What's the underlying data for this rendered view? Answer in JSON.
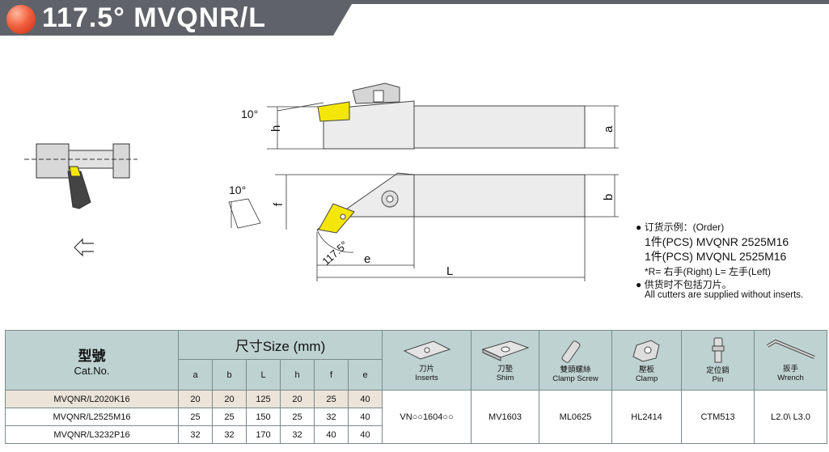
{
  "title": "117.5° MVQNR/L",
  "drawing": {
    "angle_top": "10°",
    "angle_front": "10°",
    "angle_main": "117.5°",
    "dim_h": "h",
    "dim_a": "a",
    "dim_f": "f",
    "dim_b": "b",
    "dim_e": "e",
    "dim_L": "L"
  },
  "order_note": {
    "line1": "● 订货示例：(Order)",
    "line2": "1件(PCS) MVQNR 2525M16",
    "line3": "1件(PCS) MVQNL 2525M16",
    "line4": "*R= 右手(Right)   L= 左手(Left)",
    "line5": "● 供货时不包括刀片。",
    "line6": "All cutters are supplied without inserts."
  },
  "table": {
    "cat_title": "型號",
    "cat_sub": "Cat.No.",
    "size_title": "尺寸Size (mm)",
    "size_cols": [
      "a",
      "b",
      "L",
      "h",
      "f",
      "e"
    ],
    "parts": [
      {
        "cn": "刀片",
        "en": "Inserts",
        "icon": "insert-icon"
      },
      {
        "cn": "刀墊",
        "en": "Shim",
        "icon": "shim-icon"
      },
      {
        "cn": "雙頭螺絲",
        "en": "Clamp Screw",
        "icon": "clamp-screw-icon"
      },
      {
        "cn": "壓板",
        "en": "Clamp",
        "icon": "clamp-icon"
      },
      {
        "cn": "定位銷",
        "en": "Pin",
        "icon": "pin-icon"
      },
      {
        "cn": "扳手",
        "en": "Wrench",
        "icon": "wrench-icon"
      }
    ],
    "rows": [
      {
        "cat": "MVQNR/L2020K16",
        "vals": [
          "20",
          "20",
          "125",
          "20",
          "25",
          "40"
        ]
      },
      {
        "cat": "MVQNR/L2525M16",
        "vals": [
          "25",
          "25",
          "150",
          "25",
          "32",
          "40"
        ]
      },
      {
        "cat": "MVQNR/L3232P16",
        "vals": [
          "32",
          "32",
          "170",
          "32",
          "40",
          "40"
        ]
      }
    ],
    "part_values": [
      "VN○○1604○○",
      "MV1603",
      "ML0625",
      "HL2414",
      "CTM513",
      "L2.0\\ L3.0"
    ]
  },
  "colors": {
    "header": "#5f6369",
    "table_header": "#bfd2d2",
    "insert": "#f5e60a"
  }
}
